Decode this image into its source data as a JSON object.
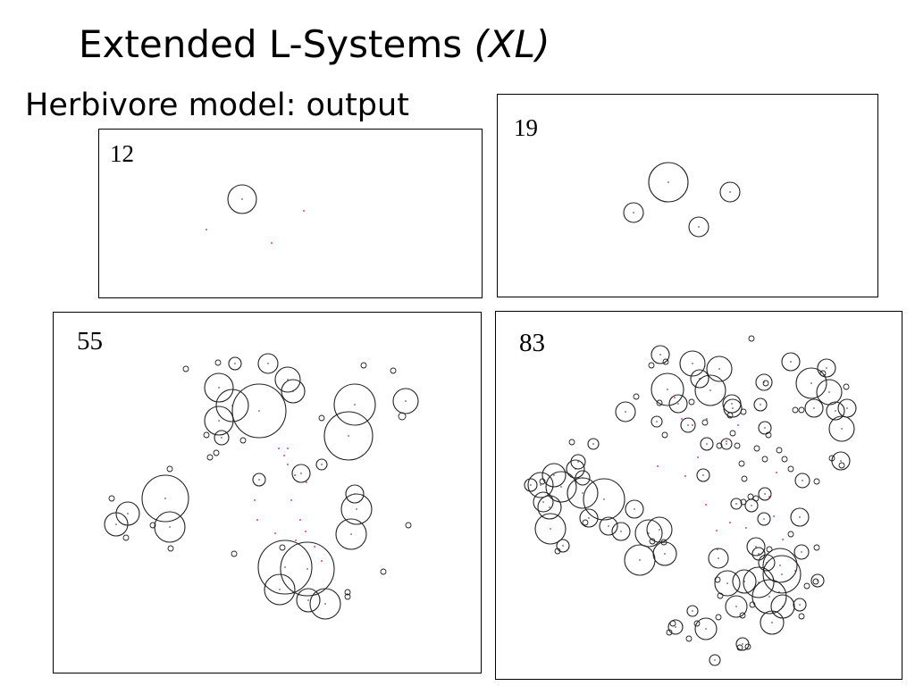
{
  "slide": {
    "title": "Extended L-Systems",
    "title_italic": "(XL)",
    "subtitle": "Herbivore model: output"
  },
  "colors": {
    "herbivore_outline": "#222222",
    "plant_dot": "#e0206a",
    "herbivore_center": "#000000",
    "panel_border": "#000000"
  },
  "panels": [
    {
      "id": "p12",
      "step": "12",
      "herbivores": [
        [
          160,
          78,
          16
        ]
      ],
      "plants": [
        [
          229,
          91
        ],
        [
          193,
          127
        ],
        [
          120,
          112
        ]
      ]
    },
    {
      "id": "p19",
      "step": "19",
      "herbivores": [
        [
          191,
          98,
          22
        ],
        [
          260,
          109,
          11
        ],
        [
          152,
          132,
          11
        ],
        [
          225,
          148,
          11
        ]
      ],
      "plants": []
    },
    {
      "id": "p55",
      "step": "55",
      "herbivores": [
        [
          203,
          57,
          7
        ],
        [
          184,
          56,
          3
        ],
        [
          240,
          57,
          11
        ],
        [
          262,
          75,
          14
        ],
        [
          268,
          88,
          13
        ],
        [
          185,
          84,
          16
        ],
        [
          200,
          104,
          18
        ],
        [
          230,
          110,
          30
        ],
        [
          185,
          121,
          16
        ],
        [
          188,
          140,
          8
        ],
        [
          212,
          143,
          3
        ],
        [
          171,
          137,
          3
        ],
        [
          148,
          63,
          3
        ],
        [
          337,
          103,
          23
        ],
        [
          330,
          138,
          27
        ],
        [
          394,
          99,
          14
        ],
        [
          390,
          116,
          4
        ],
        [
          347,
          59,
          3
        ],
        [
          380,
          65,
          3
        ],
        [
          300,
          118,
          3
        ],
        [
          300,
          170,
          6
        ],
        [
          277,
          180,
          10
        ],
        [
          230,
          187,
          7
        ],
        [
          182,
          157,
          3
        ],
        [
          175,
          162,
          3
        ],
        [
          125,
          208,
          26
        ],
        [
          130,
          240,
          17
        ],
        [
          83,
          225,
          13
        ],
        [
          70,
          237,
          13
        ],
        [
          65,
          208,
          3
        ],
        [
          81,
          252,
          3
        ],
        [
          111,
          238,
          3
        ],
        [
          130,
          175,
          3
        ],
        [
          131,
          264,
          3
        ],
        [
          397,
          238,
          3
        ],
        [
          337,
          203,
          10
        ],
        [
          339,
          220,
          17
        ],
        [
          333,
          248,
          17
        ],
        [
          259,
          285,
          30
        ],
        [
          284,
          287,
          30
        ],
        [
          256,
          263,
          3
        ],
        [
          202,
          270,
          3
        ],
        [
          253,
          310,
          17
        ],
        [
          285,
          322,
          13
        ],
        [
          304,
          326,
          17
        ],
        [
          329,
          313,
          3
        ],
        [
          329,
          318,
          3
        ],
        [
          369,
          290,
          3
        ]
      ],
      "plants": [
        [
          252,
          152
        ],
        [
          262,
          152
        ],
        [
          258,
          160
        ],
        [
          262,
          170
        ],
        [
          270,
          182
        ],
        [
          283,
          190
        ],
        [
          266,
          210
        ],
        [
          276,
          232
        ],
        [
          282,
          245
        ],
        [
          225,
          210
        ],
        [
          228,
          232
        ],
        [
          271,
          255
        ],
        [
          248,
          247
        ],
        [
          292,
          262
        ],
        [
          300,
          278
        ]
      ]
    },
    {
      "id": "p83",
      "step": "83",
      "herbivores": [
        [
          184,
          48,
          10
        ],
        [
          220,
          58,
          14
        ],
        [
          250,
          64,
          14
        ],
        [
          228,
          75,
          10
        ],
        [
          192,
          87,
          18
        ],
        [
          204,
          103,
          10
        ],
        [
          174,
          60,
          3
        ],
        [
          190,
          56,
          3
        ],
        [
          286,
          30,
          3
        ],
        [
          240,
          88,
          17
        ],
        [
          145,
          112,
          11
        ],
        [
          180,
          123,
          6
        ],
        [
          157,
          95,
          3
        ],
        [
          183,
          102,
          3
        ],
        [
          219,
          101,
          3
        ],
        [
          215,
          127,
          8
        ],
        [
          264,
          103,
          10
        ],
        [
          265,
          108,
          10
        ],
        [
          262,
          116,
          3
        ],
        [
          277,
          112,
          3
        ],
        [
          296,
          104,
          7
        ],
        [
          300,
          79,
          9
        ],
        [
          85,
          146,
          3
        ],
        [
          92,
          168,
          8
        ],
        [
          109,
          148,
          6
        ],
        [
          97,
          186,
          8
        ],
        [
          89,
          176,
          10
        ],
        [
          65,
          183,
          13
        ],
        [
          73,
          196,
          17
        ],
        [
          97,
          203,
          17
        ],
        [
          50,
          194,
          14
        ],
        [
          121,
          210,
          23
        ],
        [
          126,
          240,
          10
        ],
        [
          155,
          221,
          10
        ],
        [
          104,
          231,
          10
        ],
        [
          39,
          194,
          7
        ],
        [
          52,
          190,
          3
        ],
        [
          53,
          213,
          11
        ],
        [
          60,
          219,
          13
        ],
        [
          61,
          243,
          17
        ],
        [
          100,
          236,
          3
        ],
        [
          140,
          246,
          10
        ],
        [
          75,
          262,
          7
        ],
        [
          69,
          268,
          3
        ],
        [
          330,
          56,
          10
        ],
        [
          353,
          80,
          17
        ],
        [
          373,
          90,
          14
        ],
        [
          380,
          111,
          10
        ],
        [
          356,
          108,
          10
        ],
        [
          342,
          110,
          3
        ],
        [
          302,
          80,
          3
        ],
        [
          370,
          63,
          10
        ],
        [
          366,
          69,
          3
        ],
        [
          392,
          84,
          3
        ],
        [
          335,
          110,
          3
        ],
        [
          393,
          108,
          10
        ],
        [
          387,
          131,
          14
        ],
        [
          376,
          164,
          3
        ],
        [
          386,
          167,
          10
        ],
        [
          343,
          189,
          8
        ],
        [
          359,
          190,
          3
        ],
        [
          387,
          172,
          3
        ],
        [
          189,
          138,
          3
        ],
        [
          236,
          148,
          7
        ],
        [
          232,
          183,
          7
        ],
        [
          250,
          150,
          3
        ],
        [
          258,
          148,
          6
        ],
        [
          301,
          130,
          7
        ],
        [
          305,
          138,
          3
        ],
        [
          317,
          155,
          3
        ],
        [
          234,
          124,
          3
        ],
        [
          265,
          136,
          3
        ],
        [
          270,
          150,
          3
        ],
        [
          275,
          170,
          3
        ],
        [
          301,
          165,
          3
        ],
        [
          301,
          204,
          7
        ],
        [
          340,
          230,
          10
        ],
        [
          323,
          165,
          3
        ],
        [
          330,
          176,
          3
        ],
        [
          292,
          153,
          3
        ],
        [
          278,
          187,
          3
        ],
        [
          285,
          207,
          3
        ],
        [
          300,
          232,
          7
        ],
        [
          269,
          215,
          6
        ],
        [
          277,
          213,
          3
        ],
        [
          286,
          217,
          7
        ],
        [
          291,
          209,
          3
        ],
        [
          330,
          249,
          3
        ],
        [
          342,
          269,
          8
        ],
        [
          359,
          264,
          3
        ],
        [
          183,
          244,
          14
        ],
        [
          171,
          248,
          15
        ],
        [
          161,
          278,
          17
        ],
        [
          189,
          271,
          13
        ],
        [
          175,
          257,
          3
        ],
        [
          188,
          258,
          3
        ],
        [
          249,
          276,
          11
        ],
        [
          291,
          263,
          10
        ],
        [
          294,
          271,
          7
        ],
        [
          306,
          266,
          3
        ],
        [
          303,
          281,
          9
        ],
        [
          318,
          284,
          19
        ],
        [
          348,
          307,
          3
        ],
        [
          360,
          301,
          7
        ],
        [
          248,
          300,
          3
        ],
        [
          259,
          304,
          14
        ],
        [
          278,
          302,
          13
        ],
        [
          294,
          303,
          17
        ],
        [
          306,
          319,
          19
        ],
        [
          320,
          294,
          21
        ],
        [
          269,
          330,
          12
        ],
        [
          309,
          348,
          13
        ],
        [
          321,
          330,
          13
        ],
        [
          249,
          342,
          3
        ],
        [
          225,
          349,
          3
        ],
        [
          220,
          335,
          6
        ],
        [
          201,
          353,
          8
        ],
        [
          251,
          318,
          3
        ],
        [
          235,
          355,
          12
        ],
        [
          216,
          366,
          3
        ],
        [
          276,
          372,
          7
        ],
        [
          273,
          376,
          3
        ],
        [
          198,
          349,
          3
        ],
        [
          194,
          359,
          3
        ],
        [
          276,
          340,
          3
        ],
        [
          287,
          328,
          3
        ],
        [
          358,
          302,
          3
        ],
        [
          282,
          375,
          3
        ],
        [
          340,
          328,
          7
        ],
        [
          342,
          341,
          3
        ],
        [
          245,
          390,
          6
        ]
      ],
      "plants": [
        [
          200,
          96
        ],
        [
          236,
          120
        ],
        [
          220,
          127
        ],
        [
          271,
          127
        ],
        [
          258,
          145
        ],
        [
          212,
          184
        ],
        [
          235,
          216
        ],
        [
          248,
          266
        ],
        [
          311,
          229
        ],
        [
          306,
          207
        ],
        [
          262,
          236
        ],
        [
          321,
          255
        ],
        [
          181,
          173
        ],
        [
          226,
          163
        ],
        [
          247,
          245
        ],
        [
          280,
          242
        ],
        [
          314,
          180
        ],
        [
          208,
          120
        ],
        [
          335,
          290
        ],
        [
          317,
          314
        ],
        [
          310,
          336
        ]
      ]
    }
  ]
}
